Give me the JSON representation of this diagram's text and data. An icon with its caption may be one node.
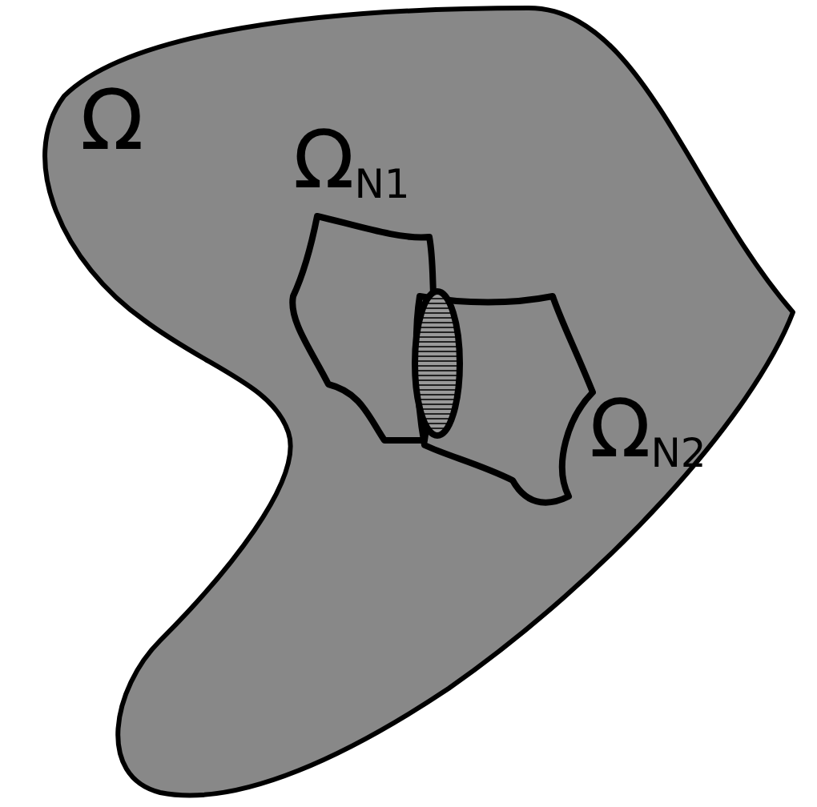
{
  "diagram": {
    "nodes": [
      {
        "text": [
          "Ω"
        ]
      },
      {
        "text": [
          "Ω$_{N1}$"
        ],
        "in": 0
      },
      {
        "text": [
          "Ω$_{N2}$"
        ],
        "in": 0
      },
      {
        "text": [],
        "shape": "ellipse",
        "in": 2
      }
    ]
  }
}
